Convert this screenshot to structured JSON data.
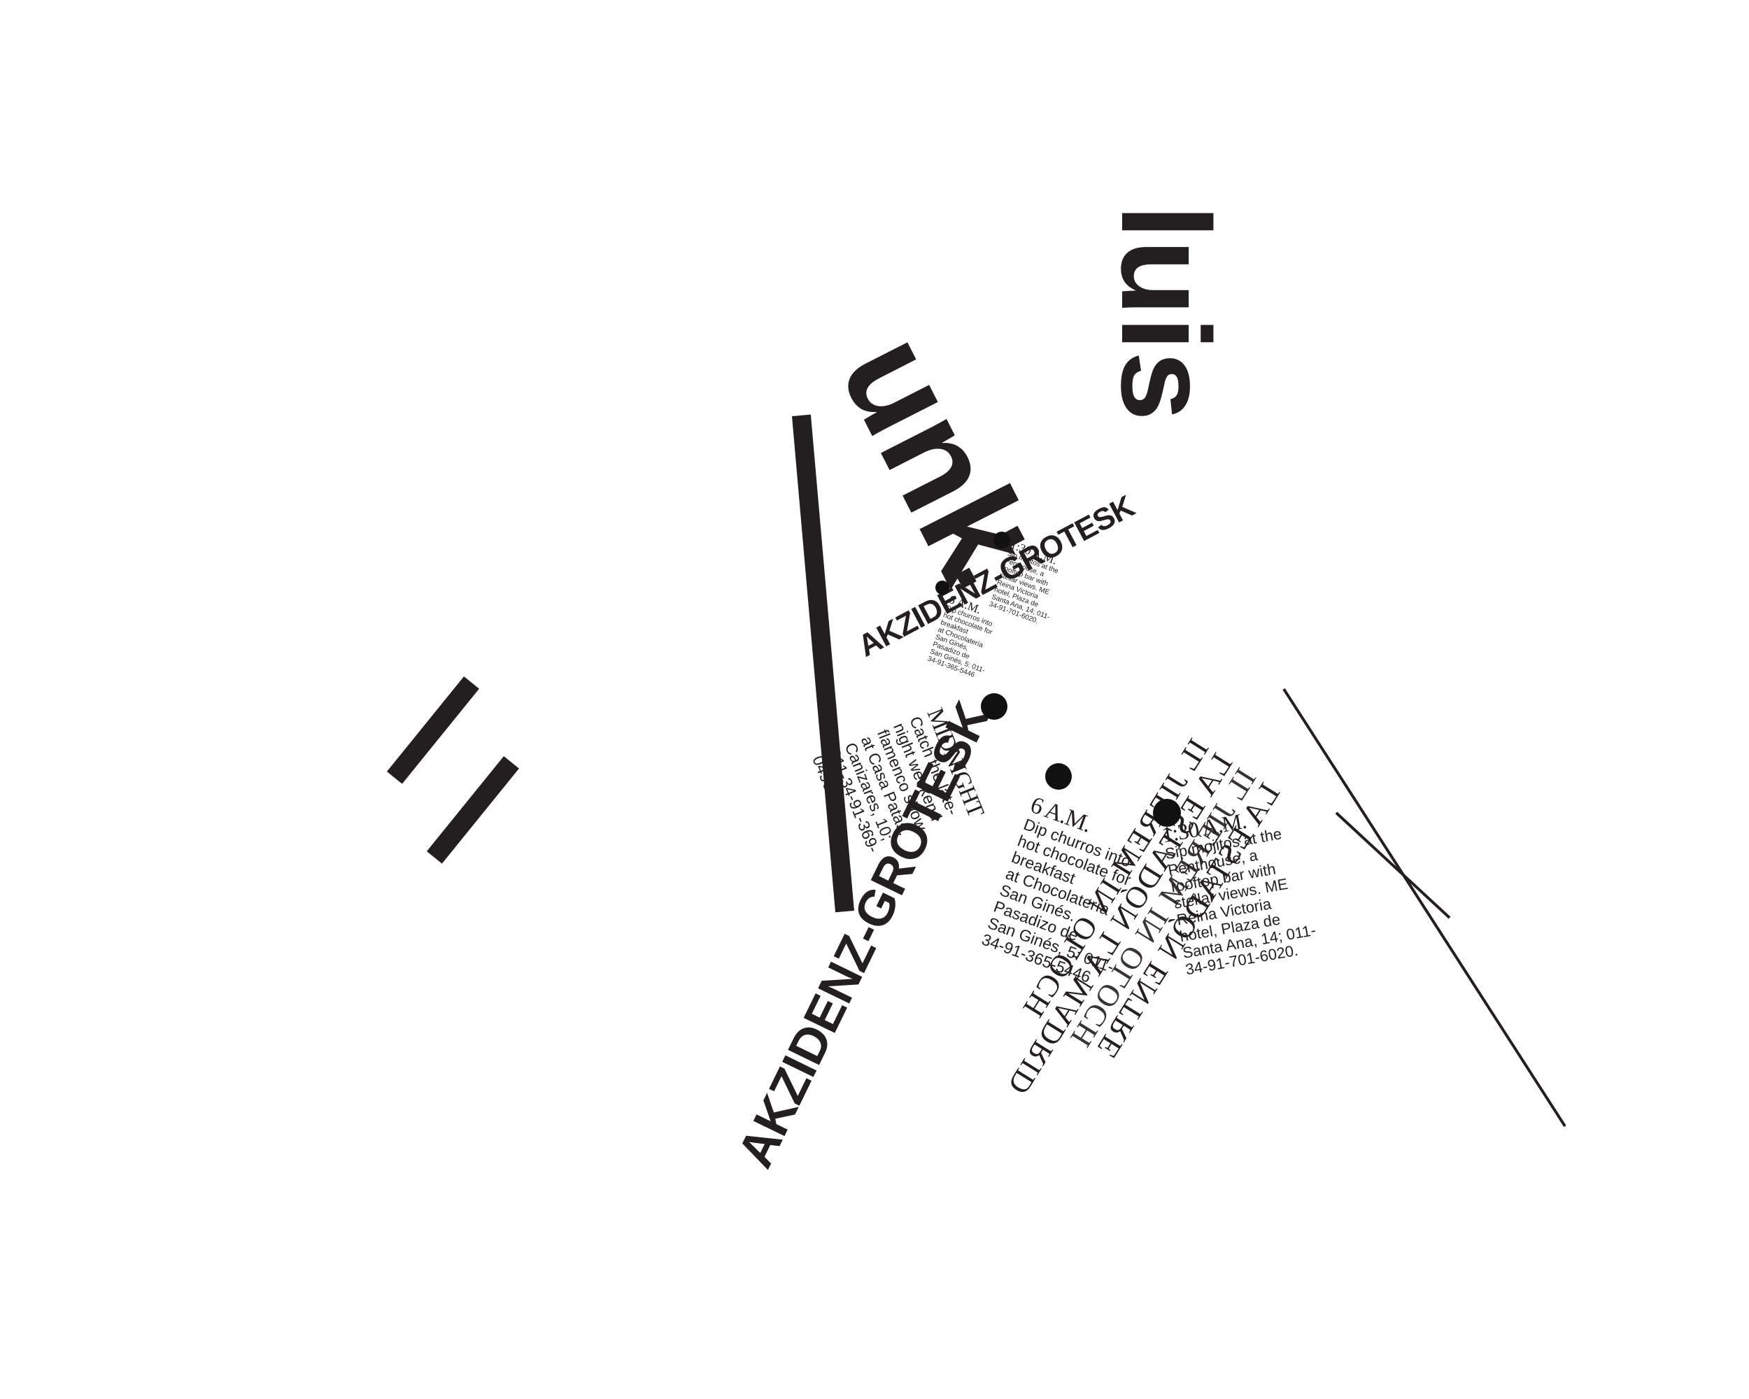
{
  "colors": {
    "ink": "#231f20",
    "background": "#ffffff"
  },
  "words": {
    "luis": "luis",
    "unk": "unk",
    "brand_large": "AKZIDENZ-GROTESK",
    "brand_small": "AKZIDENZ-GROTESK"
  },
  "mirrored_block": {
    "line1": "IL JIEREM IN OLOCH",
    "line2": "LA ESTADÓN LA MADRID",
    "line3": "IL JIEREM IN OLOCH",
    "line4": "LA ESTADÓN ENTRE"
  },
  "entries_large": [
    {
      "time": "MIDNIGHT",
      "text": "Catch the late-\nnight weekend\nflamenco show\nat Casa Patas.\nCanizares, 10;\n011-34-91-369-\n0496"
    },
    {
      "time": "6 A.M.",
      "text": "Dip churros into\nhot chocolate for\nbreakfast\nat Chocolatería\nSan Ginés.\nPasadizo de\nSan Ginés, 5: 011-\n34-91-365-5446"
    },
    {
      "time": "1:30 A.M.",
      "text": "Sip mojitos at the\nPenthouse, a\nrooftop bar with\nstellar views. ME\nReina Victoria\nhotel, Plaza de\nSanta Ana, 14; 011-\n34-91-701-6020."
    }
  ],
  "entries_small": [
    {
      "time": "6 A.M.",
      "text": "Dip churros into\nhot chocolate for\nbreakfast\nat Chocolatería\nSan Ginés,\nPasadizo de\nSan Ginés, 5: 011-\n34-91-365-5446"
    },
    {
      "time": "1:30 A.M.",
      "text": "Sip mojitos at the\nPenthouse, a\nrooftop bar with\nstellar views. ME\nReina Victoria\nhotel, Plaza de\nSanta Ana, 14; 011-\n34-91-701-6020."
    }
  ]
}
